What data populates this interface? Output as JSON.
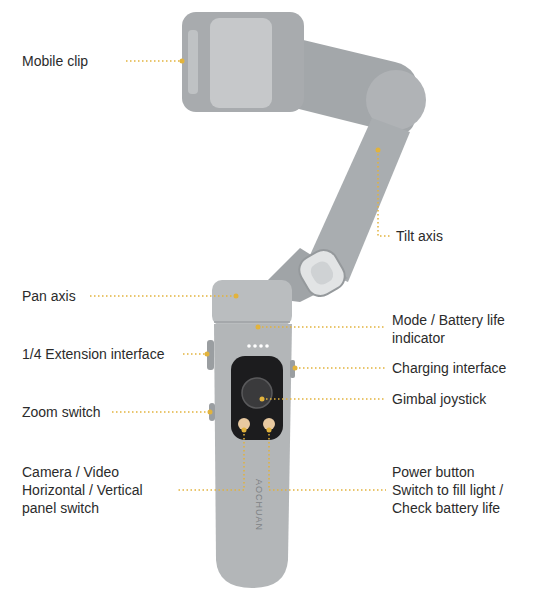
{
  "diagram": {
    "labels": [
      "Mobile clip",
      "Tilt axis",
      "Pan axis",
      "Mode / Battery life indicator",
      "1/4 Extension interface",
      "Charging interface",
      "Zoom switch",
      "Gimbal joystick",
      "Camera / Video",
      "Horizontal / Vertical panel switch",
      "Power button",
      "Switch to fill light / Check battery life",
      "AOCHUAN"
    ]
  }
}
